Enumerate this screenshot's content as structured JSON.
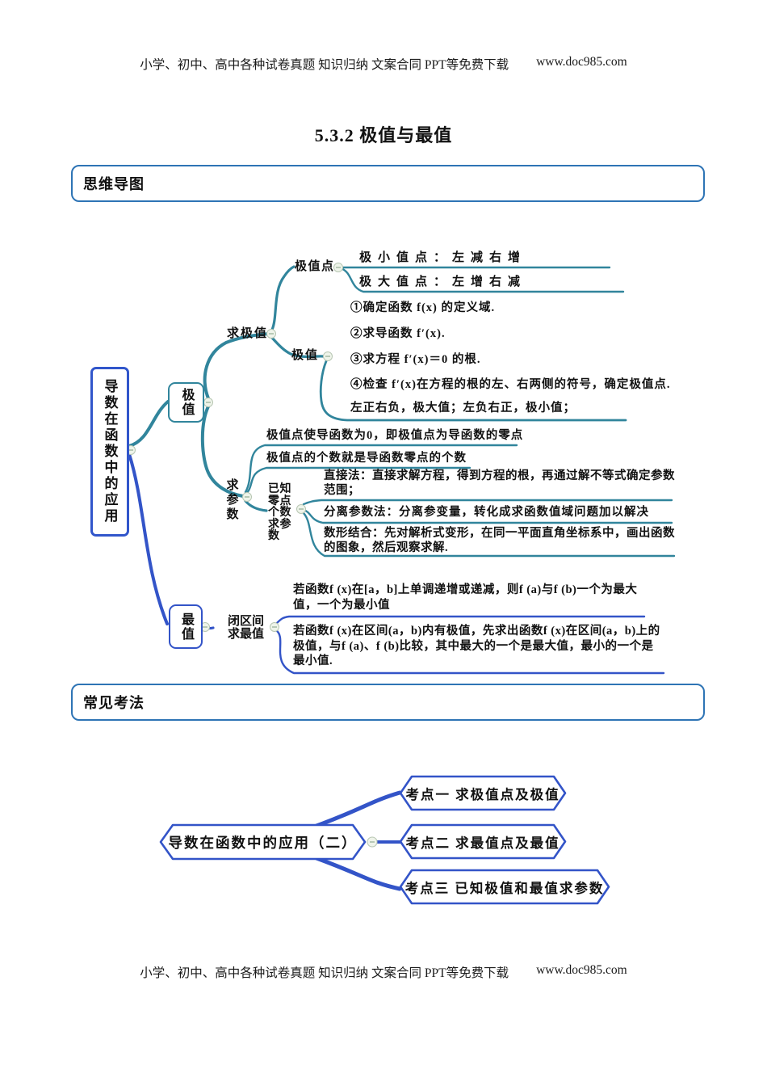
{
  "header": {
    "text": "小学、初中、高中各种试卷真题 知识归纳 文案合同 PPT等免费下载",
    "url": "www.doc985.com"
  },
  "footer": {
    "text": "小学、初中、高中各种试卷真题 知识归纳 文案合同 PPT等免费下载",
    "url": "www.doc985.com"
  },
  "title": "5.3.2 极值与最值",
  "sections": {
    "mindmap": "思维导图",
    "methods": "常见考法"
  },
  "map1": {
    "root": "导数在函数中的应用",
    "jizhi_label": "极值",
    "qiujizhi_label": "求极值",
    "jizhidian_label": "极值点",
    "jizhidian_items": [
      "极小值点：左减右增",
      "极大值点：左增右减"
    ],
    "steps_label": "极值",
    "steps": [
      "①确定函数 f(x) 的定义域.",
      "②求导函数 f′(x).",
      "③求方程 f′(x)＝0 的根.",
      "④检查 f′(x)在方程的根的左、右两侧的符号，确定极值点.",
      "左正右负，极大值；左负右正，极小值；"
    ],
    "qiucanshu_label": "求参数",
    "qiucanshu_notes": [
      "极值点使导函数为0，即极值点为导函数的零点",
      "极值点的个数就是导函数零点的个数"
    ],
    "yizhi_label": "已知零点个数求参数",
    "yizhi_methods": [
      "直接法：直接求解方程，得到方程的根，再通过解不等式确定参数范围；",
      "分离参数法：分离参变量，转化成求函数值域问题加以解决",
      "数形结合：先对解析式变形，在同一平面直角坐标系中，画出函数的图象，然后观察求解."
    ],
    "zuizhi_label": "最值",
    "biqujian_label": "闭区间求最值",
    "zuizhi_notes": [
      "若函数f (x)在[a，b]上单调递增或递减，则f (a)与f (b)一个为最大值，一个为最小值",
      "若函数f (x)在区间(a，b)内有极值，先求出函数f (x)在区间(a，b)上的极值，与f (a)、f (b)比较，其中最大的一个是最大值，最小的一个是最小值."
    ]
  },
  "map2": {
    "root": "导数在函数中的应用（二）",
    "items": [
      "考点一  求极值点及极值",
      "考点二  求最值点及最值",
      "考点三  已知极值和最值求参数"
    ]
  },
  "colors": {
    "branch_teal": "#31859C",
    "branch_blue": "#3354C8",
    "section_border": "#2E74B5"
  }
}
